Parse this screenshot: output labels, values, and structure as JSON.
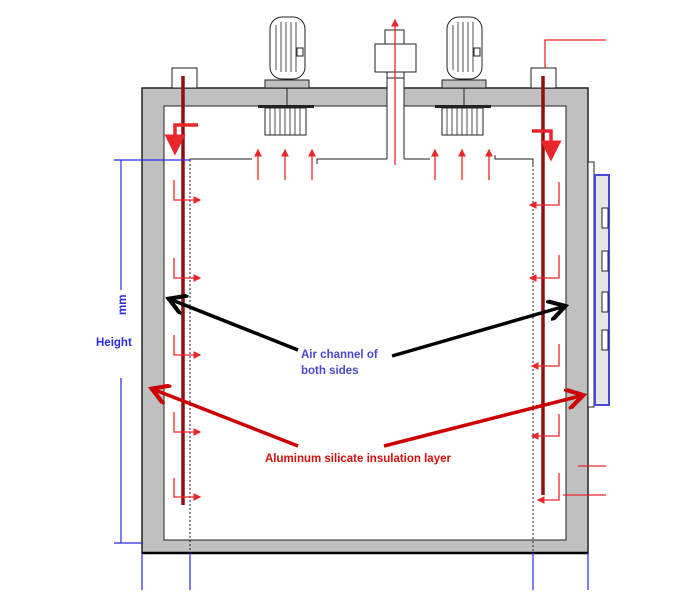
{
  "labels": {
    "air_channel_line1": "Air channel of",
    "air_channel_line2": "both sides",
    "insulation": "Aluminum silicate insulation layer",
    "height": "Height",
    "unit": "mm"
  },
  "colors": {
    "frame": "#c0c0c0",
    "airflow": "#e8262b",
    "rod": "#8b1010",
    "dimension": "#2a2ae0",
    "air_label": "#4a48c8",
    "insulation_label": "#d01010"
  }
}
